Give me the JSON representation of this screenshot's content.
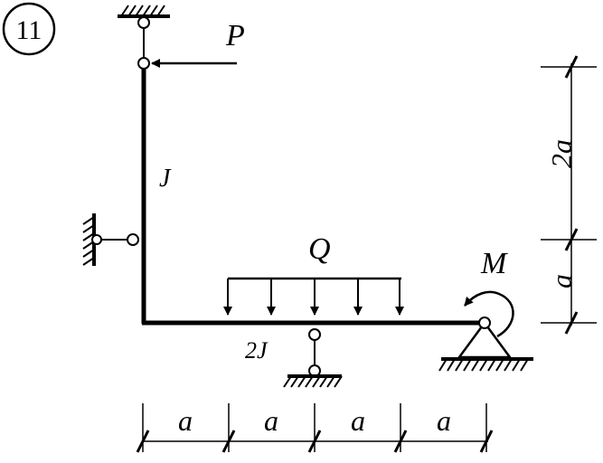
{
  "problem": {
    "number": "11"
  },
  "loads": {
    "force_label": "P",
    "distributed_label": "Q",
    "moment_label": "M"
  },
  "stiffness": {
    "column_label": "J",
    "beam_label": "2J"
  },
  "dimensions": {
    "horizontal": [
      "a",
      "a",
      "a",
      "a"
    ],
    "vertical_upper": "2a",
    "vertical_lower": "a"
  }
}
